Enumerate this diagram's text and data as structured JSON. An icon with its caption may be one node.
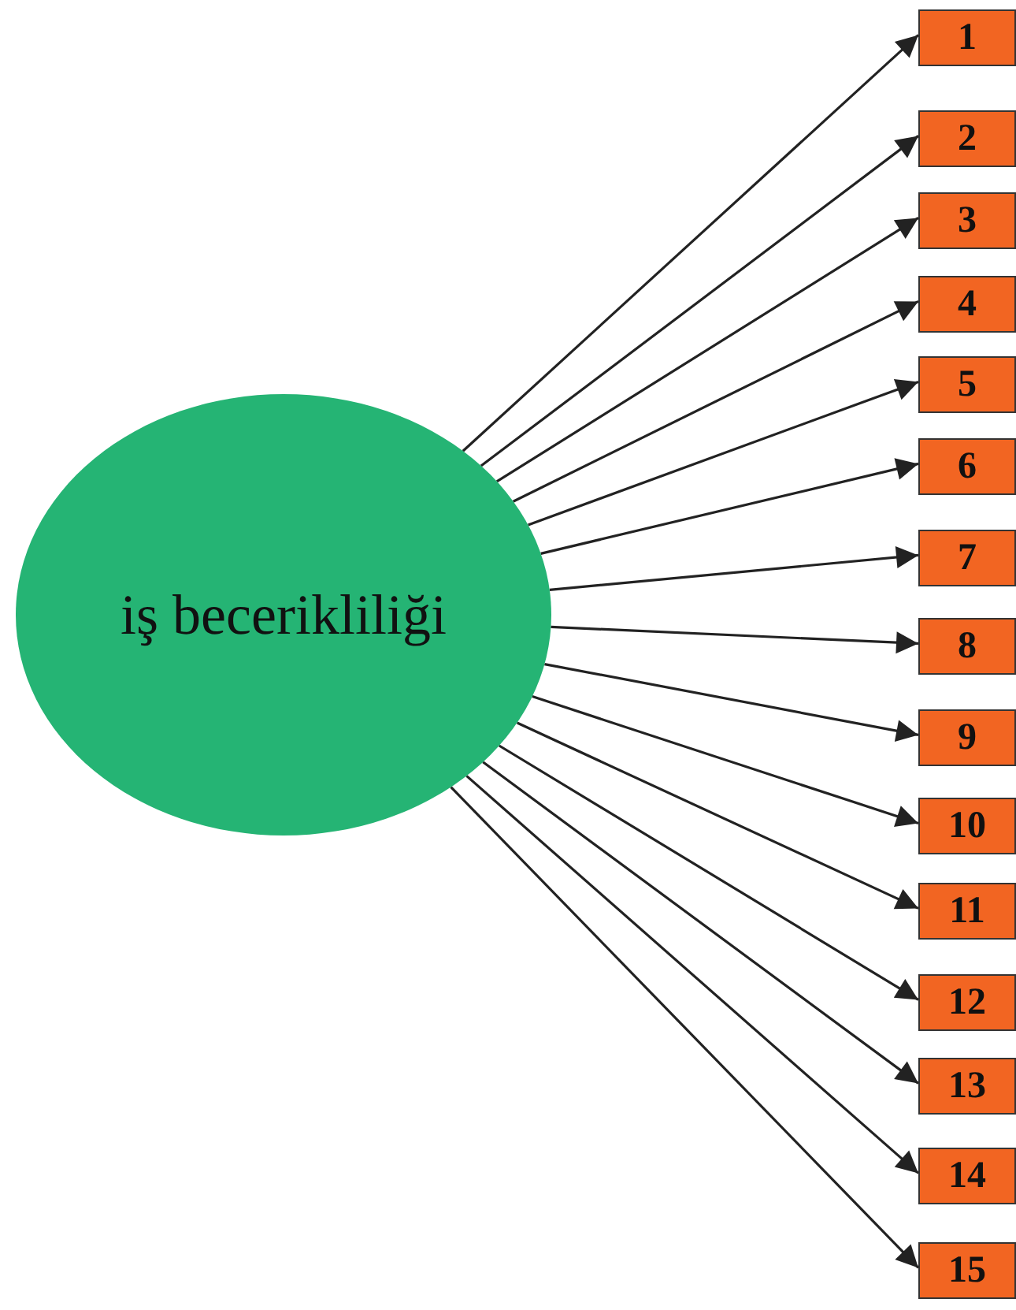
{
  "diagram": {
    "nodes": [
      {
        "text": [
          "iş becerikliliği"
        ]
      },
      {
        "text": [
          "1"
        ]
      },
      {
        "text": [
          "2"
        ]
      },
      {
        "text": [
          "3"
        ]
      },
      {
        "text": [
          "4"
        ]
      },
      {
        "text": [
          "5"
        ]
      },
      {
        "text": [
          "6"
        ]
      },
      {
        "text": [
          "7"
        ]
      },
      {
        "text": [
          "8"
        ]
      },
      {
        "text": [
          "9"
        ]
      },
      {
        "text": [
          "10"
        ]
      },
      {
        "text": [
          "11"
        ]
      },
      {
        "text": [
          "12"
        ]
      },
      {
        "text": [
          "13"
        ]
      },
      {
        "text": [
          "14"
        ]
      },
      {
        "text": [
          "15"
        ]
      }
    ],
    "edges": [
      {
        "from": 0,
        "to": 1,
        "arrow": "to"
      },
      {
        "from": 0,
        "to": 2,
        "arrow": "to"
      },
      {
        "from": 0,
        "to": 3,
        "arrow": "to"
      },
      {
        "from": 0,
        "to": 4,
        "arrow": "to"
      },
      {
        "from": 0,
        "to": 5,
        "arrow": "to"
      },
      {
        "from": 0,
        "to": 6,
        "arrow": "to"
      },
      {
        "from": 0,
        "to": 7,
        "arrow": "to"
      },
      {
        "from": 0,
        "to": 8,
        "arrow": "to"
      },
      {
        "from": 0,
        "to": 9,
        "arrow": "to"
      },
      {
        "from": 0,
        "to": 10,
        "arrow": "to"
      },
      {
        "from": 0,
        "to": 11,
        "arrow": "to"
      },
      {
        "from": 0,
        "to": 12,
        "arrow": "to"
      },
      {
        "from": 0,
        "to": 13,
        "arrow": "to"
      },
      {
        "from": 0,
        "to": 14,
        "arrow": "to"
      },
      {
        "from": 0,
        "to": 15,
        "arrow": "to"
      }
    ]
  }
}
